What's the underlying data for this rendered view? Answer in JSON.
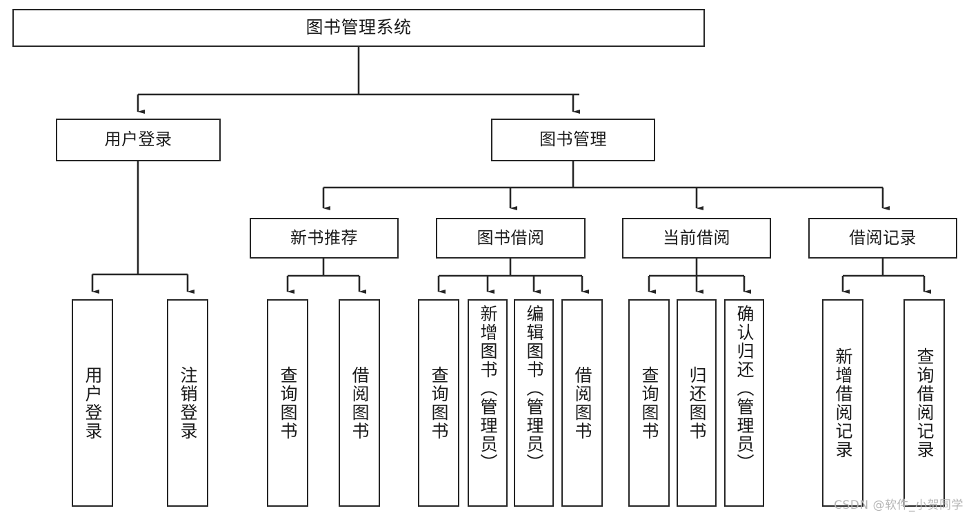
{
  "diagram": {
    "title": "图书管理系统",
    "type": "tree-hierarchy",
    "watermark": "CSDN @软件_小贺同学",
    "colors": {
      "stroke": "#262626",
      "background": "#ffffff",
      "text": "#1a1a1a",
      "watermark": "#b4b4b4"
    },
    "levels": {
      "root": {
        "label": "图书管理系统"
      },
      "level2": [
        {
          "label": "用户登录"
        },
        {
          "label": "图书管理"
        }
      ],
      "level3": [
        {
          "label": "新书推荐"
        },
        {
          "label": "图书借阅"
        },
        {
          "label": "当前借阅"
        },
        {
          "label": "借阅记录"
        }
      ],
      "leaves": [
        {
          "label": "用户登录",
          "parent": "用户登录"
        },
        {
          "label": "注销登录",
          "parent": "用户登录"
        },
        {
          "label": "查询图书",
          "parent": "新书推荐"
        },
        {
          "label": "借阅图书",
          "parent": "新书推荐"
        },
        {
          "label": "查询图书",
          "parent": "图书借阅"
        },
        {
          "label": "新增图书（管理员）",
          "parent": "图书借阅"
        },
        {
          "label": "编辑图书（管理员）",
          "parent": "图书借阅"
        },
        {
          "label": "借阅图书",
          "parent": "图书借阅"
        },
        {
          "label": "查询图书",
          "parent": "当前借阅"
        },
        {
          "label": "归还图书",
          "parent": "当前借阅"
        },
        {
          "label": "确认归还（管理员）",
          "parent": "当前借阅"
        },
        {
          "label": "新增借阅记录",
          "parent": "借阅记录"
        },
        {
          "label": "查询借阅记录",
          "parent": "借阅记录"
        }
      ]
    }
  }
}
